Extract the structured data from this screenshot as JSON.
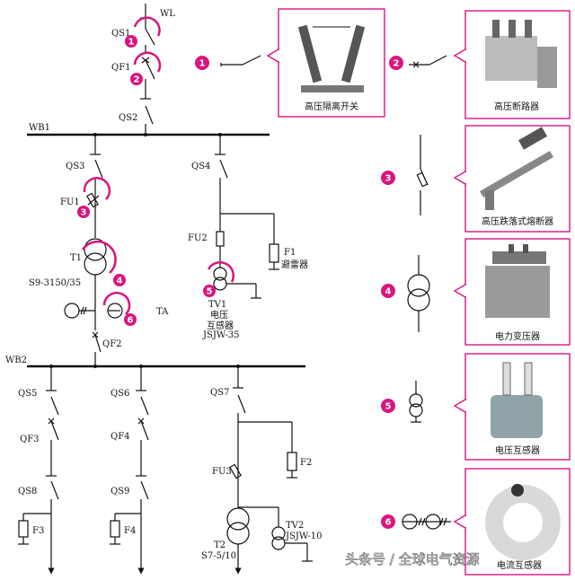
{
  "colors": {
    "accent": "#d9157f",
    "line": "#111111",
    "card_border": "#d9157f"
  },
  "labels": {
    "wl": "WL",
    "qs1": "QS1",
    "qf1": "QF1",
    "qs2": "QS2",
    "wb1": "WB1",
    "qs3": "QS3",
    "fu1": "FU1",
    "t1": "T1",
    "s9": "S9-3150/35",
    "qs4": "QS4",
    "fu2": "FU2",
    "f1": "F1",
    "arrester": "避雷器",
    "tv1": "TV1",
    "tv1_cn1": "电压",
    "tv1_cn2": "互感器",
    "tv1_model": "JSJW-35",
    "ta": "TA",
    "qf2": "QF2",
    "wb2": "WB2",
    "qs5": "QS5",
    "qf3": "QF3",
    "qs8": "QS8",
    "f3": "F3",
    "qs6": "QS6",
    "qf4": "QF4",
    "qs9": "QS9",
    "f4": "F4",
    "qs7": "QS7",
    "f2": "F2",
    "fu3": "FU3",
    "t2": "T2",
    "s7": "S7-5/10",
    "tv2": "TV2",
    "tv2_model": "JSJW-10"
  },
  "markers": [
    "1",
    "2",
    "3",
    "4",
    "5",
    "6"
  ],
  "cards": [
    {
      "id": "1",
      "caption": "高压隔离开关",
      "icon": "disconnect-switch-photo"
    },
    {
      "id": "2",
      "caption": "高压断路器",
      "icon": "circuit-breaker-photo"
    },
    {
      "id": "3",
      "caption": "高压跌落式熔断器",
      "icon": "drop-out-fuse-photo"
    },
    {
      "id": "4",
      "caption": "电力变压器",
      "icon": "power-transformer-photo"
    },
    {
      "id": "5",
      "caption": "电压互感器",
      "icon": "voltage-transformer-photo"
    },
    {
      "id": "6",
      "caption": "电流互感器",
      "icon": "current-transformer-photo"
    }
  ],
  "watermark": "头条号 / 全球电气资源"
}
